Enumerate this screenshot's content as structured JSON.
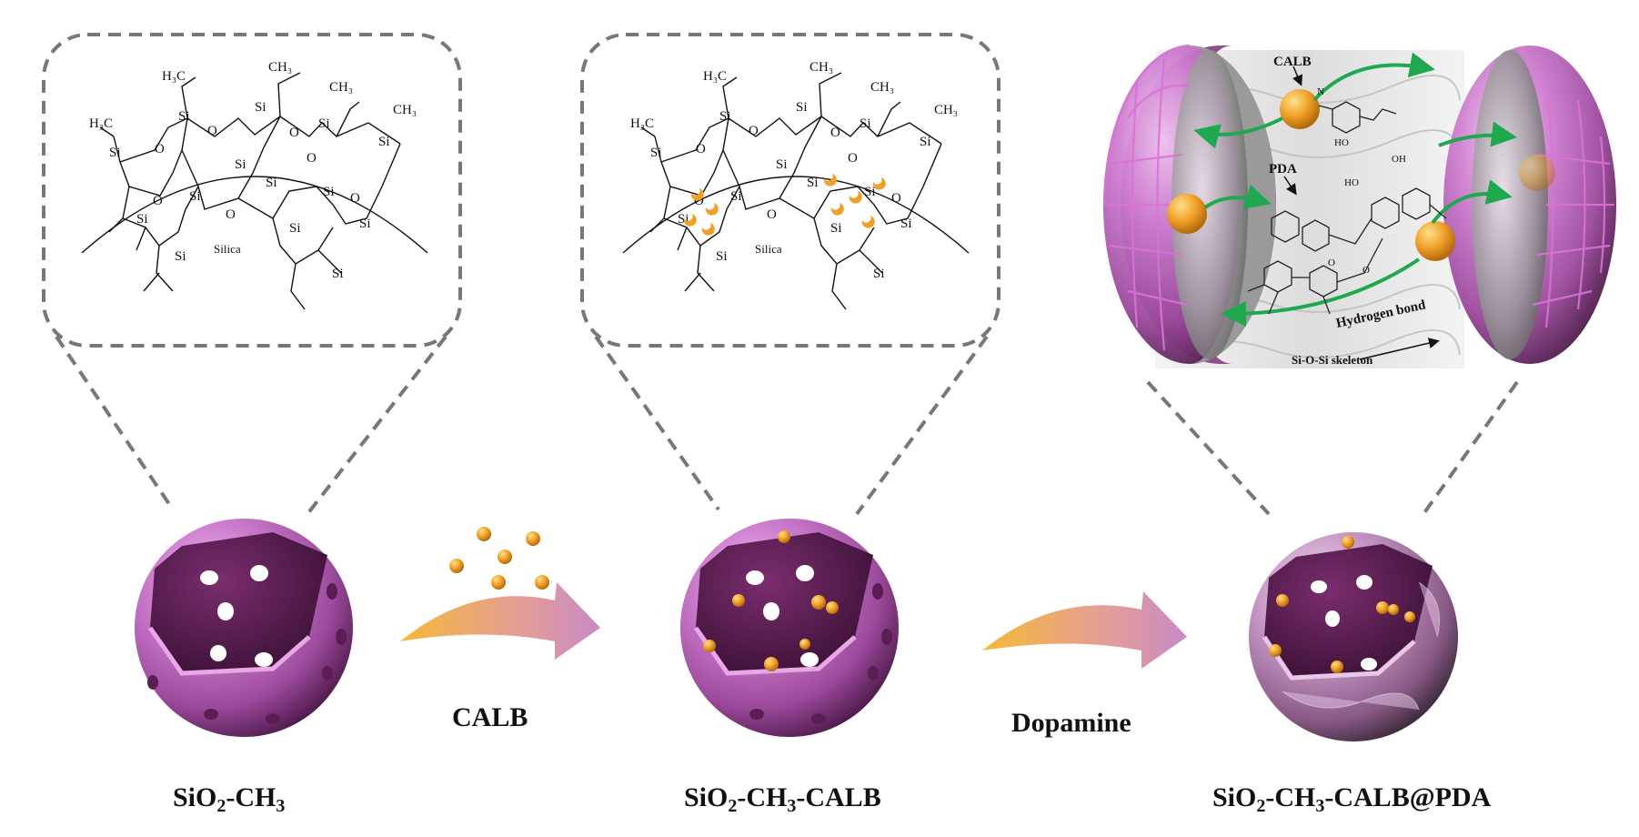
{
  "structures": {
    "panel1": {
      "h3c_top": "H₃C",
      "ch3_top": "CH₃",
      "ch3_right": "CH₃",
      "h3c_left": "H₃C",
      "ch3_far": "CH₃",
      "si": "Si",
      "o": "O",
      "silica": "Silica"
    },
    "panel2": {
      "h3c_top": "H₃C",
      "ch3_top": "CH₃",
      "ch3_right": "CH₃",
      "h3c_left": "H₃C",
      "ch3_far": "CH₃",
      "si": "Si",
      "o": "O",
      "silica": "Silica"
    }
  },
  "zoom_panel": {
    "calb": "CALB",
    "pda": "PDA",
    "hydrogen_bond": "Hydrogen bond",
    "skeleton": "Si-O-Si skeleton",
    "n": "N",
    "ho": "HO",
    "oh": "OH",
    "o": "O"
  },
  "arrows": {
    "arrow1_label": "CALB",
    "arrow2_label": "Dopamine"
  },
  "particles": {
    "p1": {
      "base": "SiO",
      "sub1": "2",
      "mid": "-CH",
      "sub2": "3",
      "tail": ""
    },
    "p2": {
      "base": "SiO",
      "sub1": "2",
      "mid": "-CH",
      "sub2": "3",
      "tail": "-CALB"
    },
    "p3": {
      "base": "SiO",
      "sub1": "2",
      "mid": "-CH",
      "sub2": "3",
      "tail": "-CALB@PDA"
    }
  },
  "colors": {
    "particle": "#c46cc6",
    "particle_dark": "#5a1d54",
    "calb": "#f0a028",
    "arrow_start": "#f5b838",
    "arrow_end": "#cc8ac8",
    "hbond": "#1fa84e",
    "dashes": "#777777"
  }
}
